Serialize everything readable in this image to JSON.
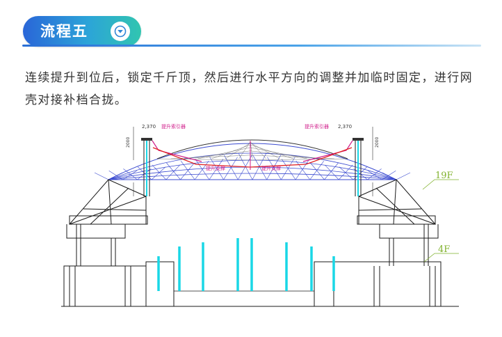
{
  "header": {
    "title": "流程五",
    "toggle_icon": "chevron-down-icon",
    "accent_start": "#2a66d8",
    "accent_end": "#31c5b0"
  },
  "body": {
    "paragraph": "连续提升到位后，锁定千斤顶，然后进行水平方向的调整并加临时固定，进行网壳对接补档合拢。"
  },
  "drawing": {
    "dimension_left": "2,370",
    "dimension_right": "2,370",
    "label_left_top": "提升索引器",
    "label_right_top": "提升索引器",
    "label_mid_left": "提升支撑",
    "label_mid_right": "提升支撑",
    "vertical_dim_left": "2000",
    "vertical_dim_right": "2000",
    "floor_upper": "19F",
    "floor_lower": "4F",
    "colors": {
      "structure": "#1a1a1a",
      "dome_lines": "#3a4ad0",
      "lift_lines": "#d01c8a",
      "cable": "#e02020",
      "columns": "#19d7e6",
      "floor_label": "#7fb12b"
    }
  }
}
